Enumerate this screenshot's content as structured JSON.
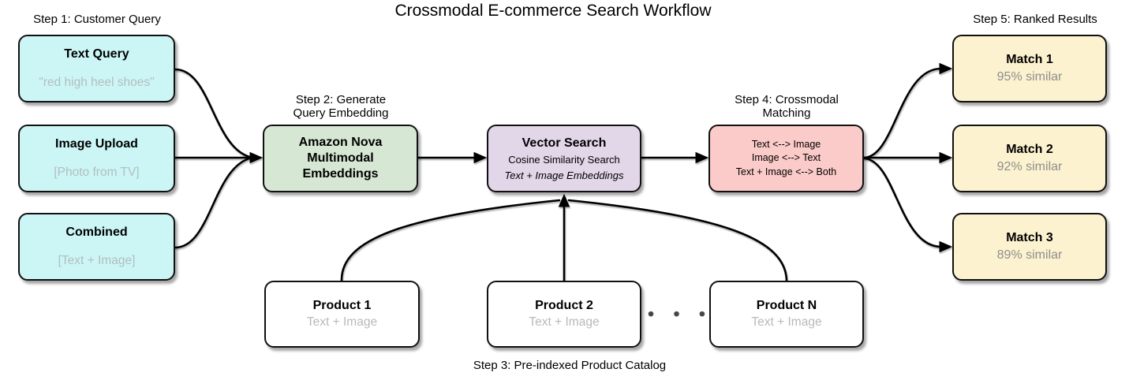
{
  "title": "Crossmodal E-commerce Search Workflow",
  "steps": {
    "step1_label": "Step 1: Customer Query",
    "step2_label_line1": "Step 2: Generate",
    "step2_label_line2": "Query Embedding",
    "step3_label": "Step 3: Pre-indexed Product Catalog",
    "step4_label_line1": "Step 4: Crossmodal",
    "step4_label_line2": "Matching",
    "step5_label": "Step 5: Ranked Results"
  },
  "query_boxes": [
    {
      "title": "Text Query",
      "subtitle": "\"red high heel shoes\""
    },
    {
      "title": "Image Upload",
      "subtitle": "[Photo from TV]"
    },
    {
      "title": "Combined",
      "subtitle": "[Text + Image]"
    }
  ],
  "embedding_box": {
    "line1": "Amazon Nova",
    "line2": "Multimodal",
    "line3": "Embeddings"
  },
  "vector_search_box": {
    "title": "Vector Search",
    "subtitle": "Cosine Similarity Search",
    "detail": "Text + Image Embeddings"
  },
  "matching_box": {
    "line1": "Text <--> Image",
    "line2": "Image <--> Text",
    "line3": "Text + Image <--> Both"
  },
  "result_boxes": [
    {
      "title": "Match 1",
      "subtitle": "95% similar"
    },
    {
      "title": "Match 2",
      "subtitle": "92% similar"
    },
    {
      "title": "Match 3",
      "subtitle": "89% similar"
    }
  ],
  "product_boxes": [
    {
      "title": "Product 1",
      "subtitle": "Text + Image"
    },
    {
      "title": "Product 2",
      "subtitle": "Text + Image"
    },
    {
      "title": "Product N",
      "subtitle": "Text + Image"
    }
  ],
  "catalog_ellipsis": "• • •",
  "colors": {
    "query_fill": "#CCF6F6",
    "embedding_fill": "#D6E8D3",
    "vector_fill": "#E2D6E9",
    "matching_fill": "#FBCBC9",
    "result_fill": "#FDF2CF",
    "product_fill": "#FFFFFF",
    "stroke": "#101010",
    "muted_text": "#B3BEBE",
    "result_muted_text": "#8E8E8E"
  }
}
